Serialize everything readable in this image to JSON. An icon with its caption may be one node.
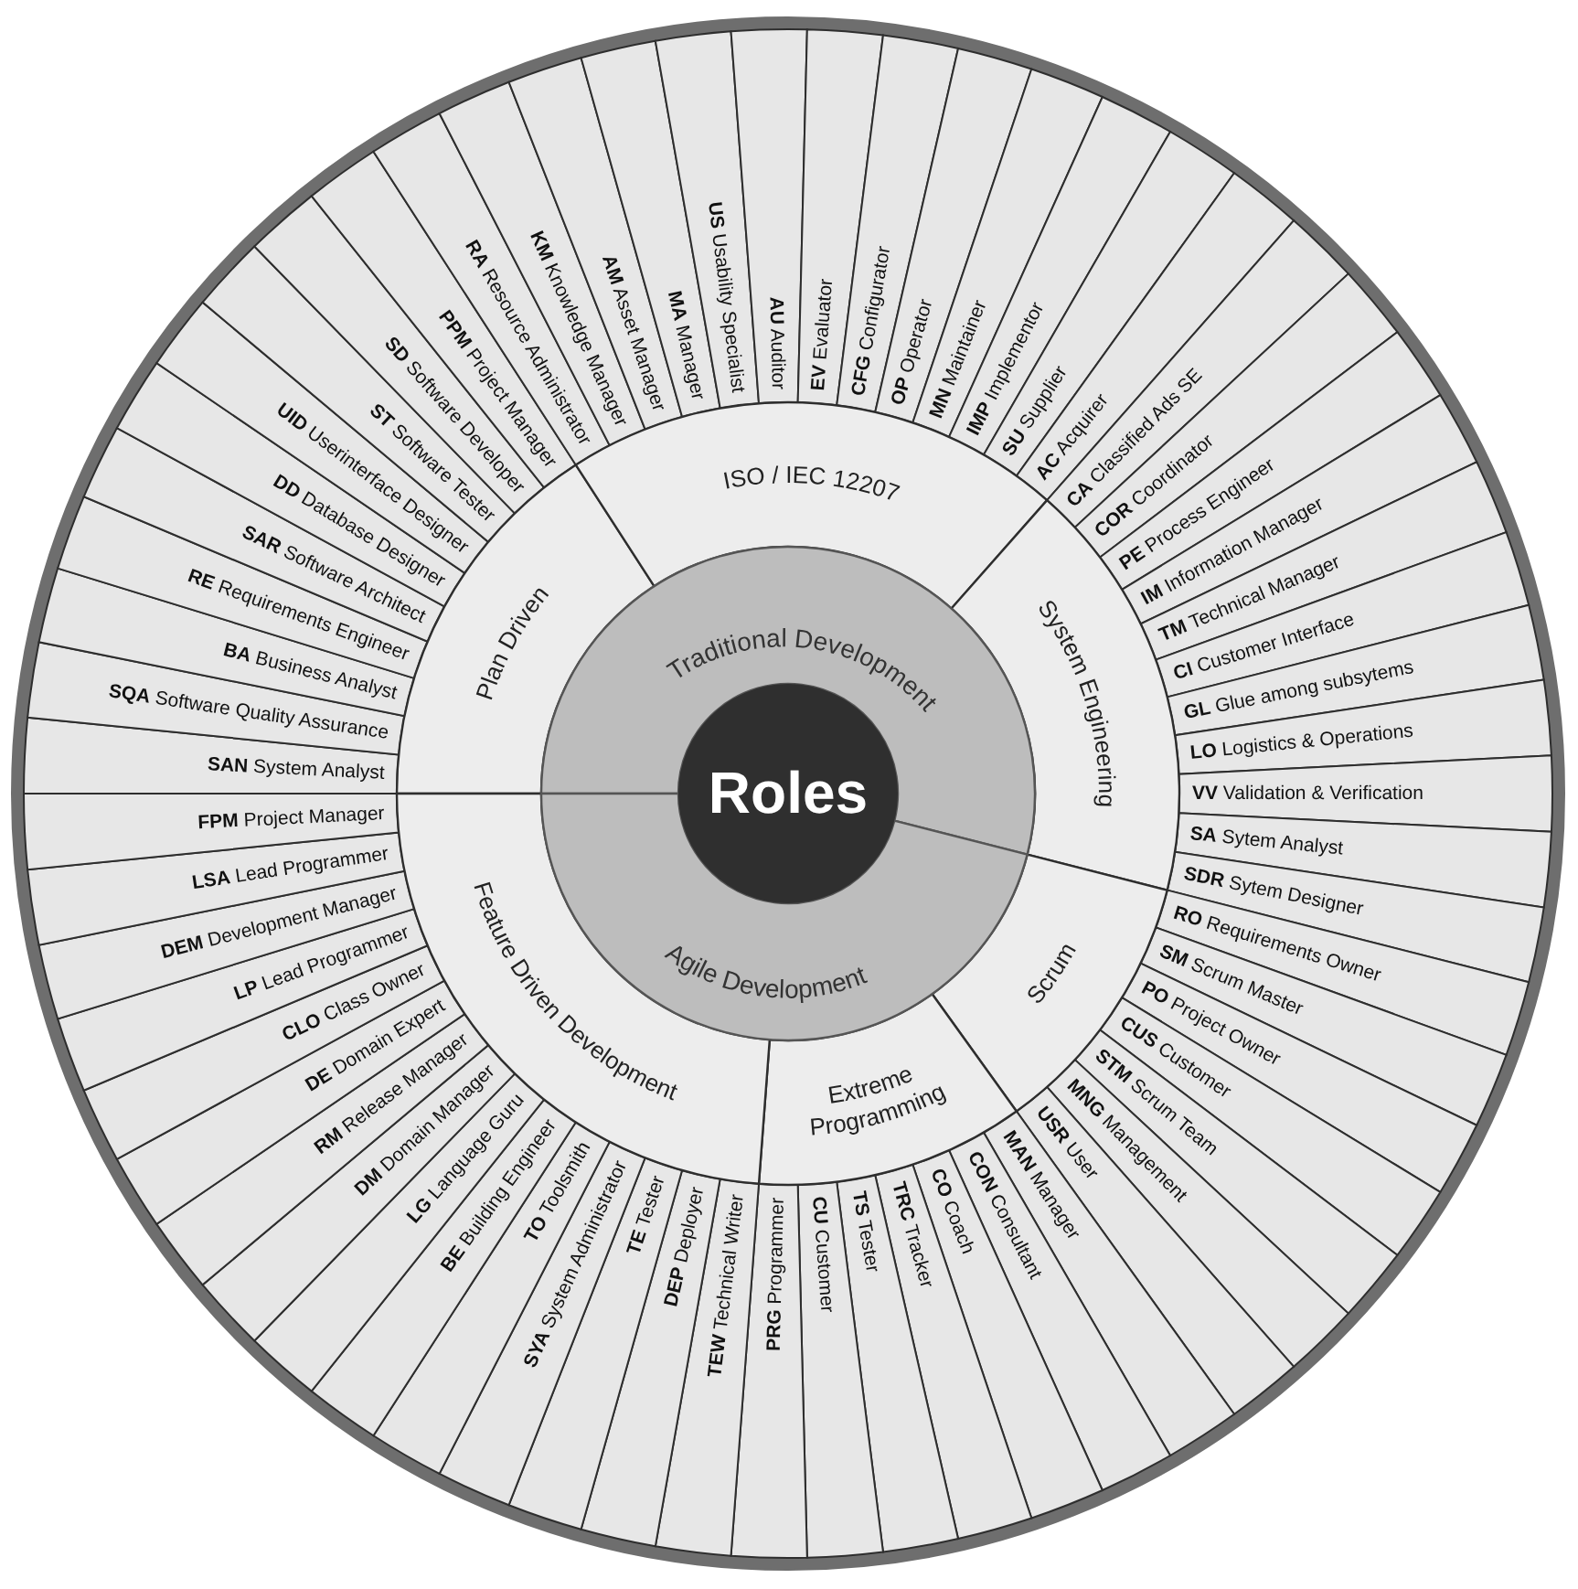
{
  "diagram": {
    "nodes": [
      {
        "text": [
          "Roles"
        ]
      },
      {
        "text": [
          "Traditional Development"
        ]
      },
      {
        "text": [
          "Agile Development"
        ]
      },
      {
        "text": [
          "Plan Driven"
        ]
      },
      {
        "text": [
          "ISO / IEC 12207"
        ]
      },
      {
        "text": [
          "System Engineering"
        ]
      },
      {
        "text": [
          "Scrum"
        ]
      },
      {
        "text": [
          "Extreme Programming"
        ]
      },
      {
        "text": [
          "Feature Driven Development"
        ]
      },
      {
        "text": [
          "SAN",
          "System Analyst"
        ]
      },
      {
        "text": [
          "SQA",
          "Software Quality Assurance"
        ]
      },
      {
        "text": [
          "BA",
          "Business Analyst"
        ]
      },
      {
        "text": [
          "RE",
          "Requirements Engineer"
        ]
      },
      {
        "text": [
          "SAR",
          "Software Architect"
        ]
      },
      {
        "text": [
          "DD",
          "Database Designer"
        ]
      },
      {
        "text": [
          "UID",
          "Userinterface Designer"
        ]
      },
      {
        "text": [
          "ST",
          "Software Tester"
        ]
      },
      {
        "text": [
          "SD",
          "Software Developer"
        ]
      },
      {
        "text": [
          "PPM",
          "Project Manager"
        ]
      },
      {
        "text": [
          "RA",
          "Resource Administrator"
        ]
      },
      {
        "text": [
          "KM",
          "Knowledge Manager"
        ]
      },
      {
        "text": [
          "AM",
          "Asset Manager"
        ]
      },
      {
        "text": [
          "MA",
          "Manager"
        ]
      },
      {
        "text": [
          "US",
          "Usability Specialist"
        ]
      },
      {
        "text": [
          "AU",
          "Auditor"
        ]
      },
      {
        "text": [
          "EV",
          "Evaluator"
        ]
      },
      {
        "text": [
          "CFG",
          "Configurator"
        ]
      },
      {
        "text": [
          "OP",
          "Operator"
        ]
      },
      {
        "text": [
          "MN",
          "Maintainer"
        ]
      },
      {
        "text": [
          "IMP",
          "Implementor"
        ]
      },
      {
        "text": [
          "SU",
          "Supplier"
        ]
      },
      {
        "text": [
          "AC",
          "Acquirer"
        ]
      },
      {
        "text": [
          "CA",
          "Classified Ads SE"
        ]
      },
      {
        "text": [
          "COR",
          "Coordinator"
        ]
      },
      {
        "text": [
          "PE",
          "Process Engineer"
        ]
      },
      {
        "text": [
          "IM",
          "Information Manager"
        ]
      },
      {
        "text": [
          "TM",
          "Technical Manager"
        ]
      },
      {
        "text": [
          "CI",
          "Customer Interface"
        ]
      },
      {
        "text": [
          "GL",
          "Glue among subsytems"
        ]
      },
      {
        "text": [
          "LO",
          "Logistics & Operations"
        ]
      },
      {
        "text": [
          "VV",
          "Validation & Verification"
        ]
      },
      {
        "text": [
          "SA",
          "Sytem Analyst"
        ]
      },
      {
        "text": [
          "SDR",
          "Sytem Designer"
        ]
      },
      {
        "text": [
          "RO",
          "Requirements Owner"
        ]
      },
      {
        "text": [
          "SM",
          "Scrum Master"
        ]
      },
      {
        "text": [
          "PO",
          "Project Owner"
        ]
      },
      {
        "text": [
          "CUS",
          "Customer"
        ]
      },
      {
        "text": [
          "STM",
          "Scrum Team"
        ]
      },
      {
        "text": [
          "MNG",
          "Management"
        ]
      },
      {
        "text": [
          "USR",
          "User"
        ]
      },
      {
        "text": [
          "MAN",
          "Manager"
        ]
      },
      {
        "text": [
          "CON",
          "Consultant"
        ]
      },
      {
        "text": [
          "CO",
          "Coach"
        ]
      },
      {
        "text": [
          "TRC",
          "Tracker"
        ]
      },
      {
        "text": [
          "TS",
          "Tester"
        ]
      },
      {
        "text": [
          "CU",
          "Customer"
        ]
      },
      {
        "text": [
          "PRG",
          "Programmer"
        ]
      },
      {
        "text": [
          "TEW",
          "Technical Writer"
        ]
      },
      {
        "text": [
          "DEP",
          "Deployer"
        ]
      },
      {
        "text": [
          "TE",
          "Tester"
        ]
      },
      {
        "text": [
          "SYA",
          "System Administrator"
        ]
      },
      {
        "text": [
          "TO",
          "Toolsmith"
        ]
      },
      {
        "text": [
          "BE",
          "Building Engineer"
        ]
      },
      {
        "text": [
          "LG",
          "Language Guru"
        ]
      },
      {
        "text": [
          "DM",
          "Domain Manager"
        ]
      },
      {
        "text": [
          "RM",
          "Release Manager"
        ]
      },
      {
        "text": [
          "DE",
          "Domain Expert"
        ]
      },
      {
        "text": [
          "CLO",
          "Class Owner"
        ]
      },
      {
        "text": [
          "LP",
          "Lead Programmer"
        ]
      },
      {
        "text": [
          "DEM",
          "Development Manager"
        ]
      },
      {
        "text": [
          "LSA",
          "Lead Programmer"
        ]
      },
      {
        "text": [
          "FPM",
          "Project Manager"
        ]
      }
    ]
  }
}
